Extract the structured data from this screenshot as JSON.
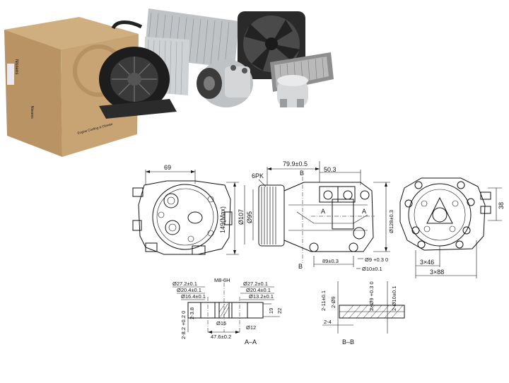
{
  "photo": {
    "box_brand": "Nissens",
    "box_slogan": "Engine Cooling & Climate"
  },
  "front_view": {
    "width_label": "69",
    "height_label": "149(Max)"
  },
  "side_view": {
    "length_label": "79.9±0.5",
    "offset_label": "50.3",
    "belt_label": "6PK",
    "pulley_dia": "Ø107",
    "hub_dia": "Ø95",
    "section_b_top": "B",
    "section_b_bottom": "B",
    "section_a_left": "A",
    "section_a_right": "A",
    "bore_label": "Ø9 +0.3 0",
    "mount_spacing": "89±0.3",
    "mount_dia": "Ø10±0.1"
  },
  "rear_view": {
    "body_dia": "Ø128±0.3",
    "height_label": "38",
    "holes_label_1": "3×46",
    "holes_label_2": "3×88"
  },
  "section_aa": {
    "title": "A–A",
    "d1": "Ø27.2±0.1",
    "d2": "Ø20.4±0.1",
    "d3": "Ø16.4±0.1",
    "thread": "M8-6H",
    "d4": "Ø27.2±0.1",
    "d5": "Ø20.4±0.1",
    "d6": "Ø13.2±0.1",
    "h1": "19",
    "h2": "22",
    "d7": "Ø15",
    "d8": "Ø12",
    "depth1": "2-3.8",
    "depth2": "2-8.2 +0.2 0",
    "span": "47.6±0.2"
  },
  "section_bb": {
    "title": "B–B",
    "l1": "2-11±0.1",
    "l2": "2-Ø9",
    "l3": "2×Ø9 +0.3 0",
    "l4": "2-Ø10±0.1",
    "l5": "2-4"
  }
}
